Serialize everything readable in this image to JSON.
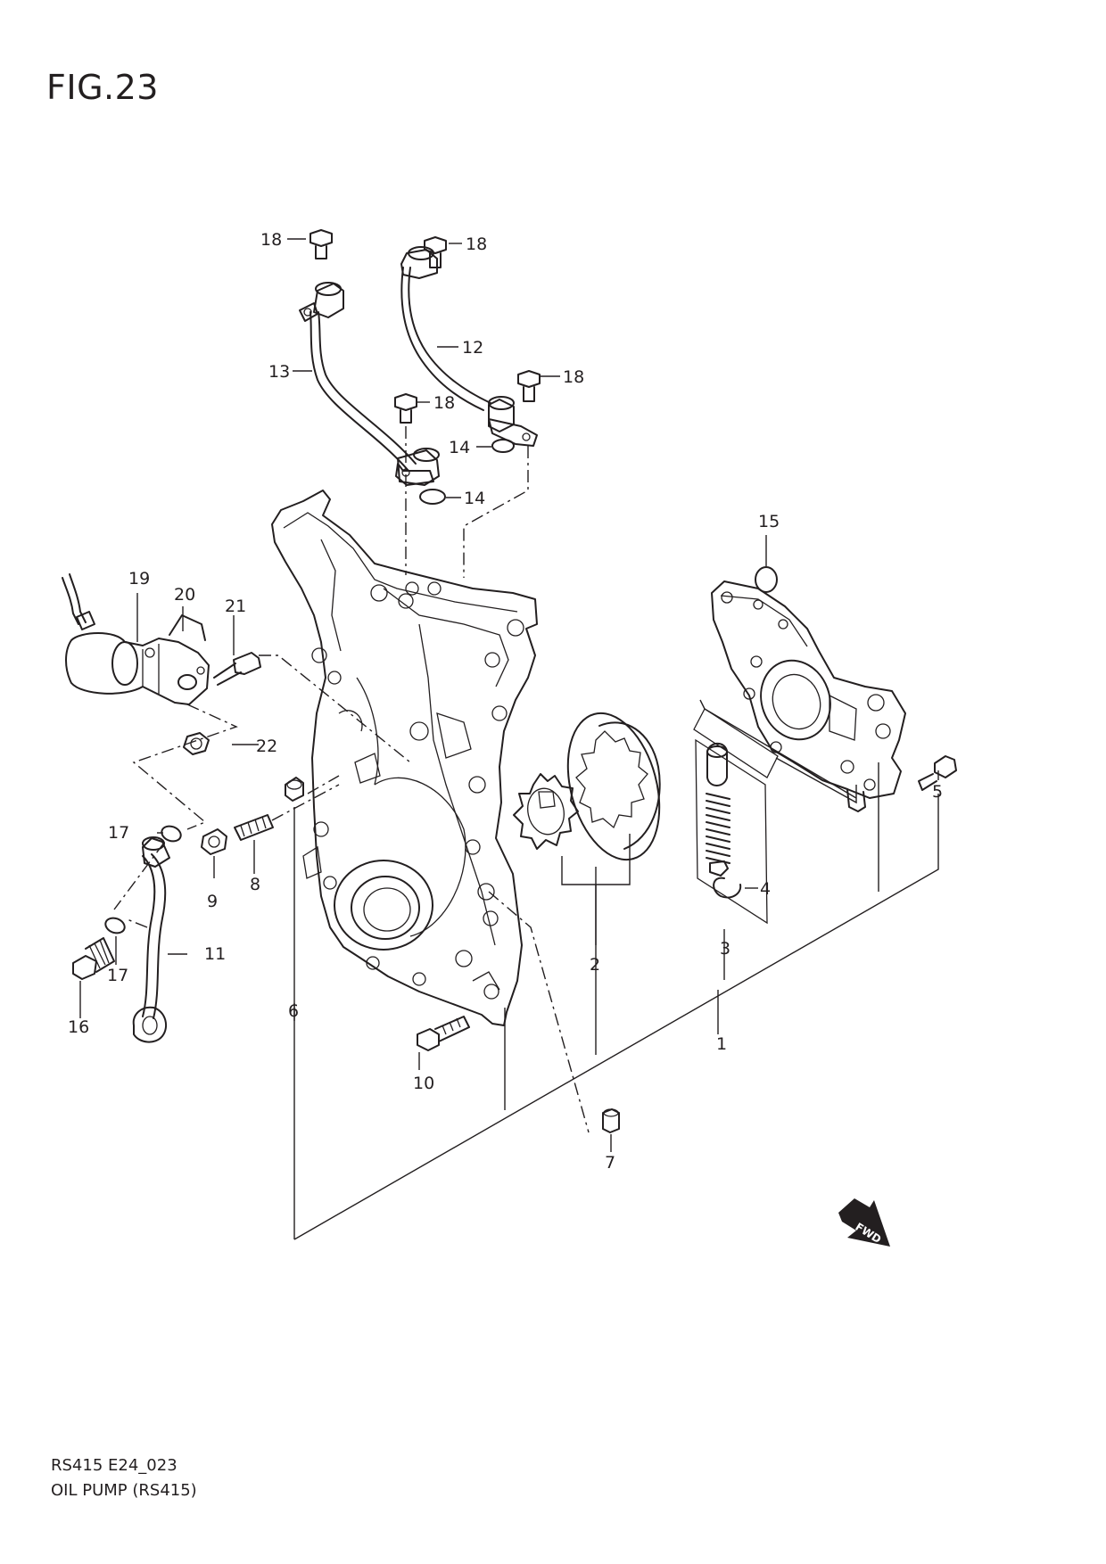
{
  "figure": {
    "title": "FIG.23",
    "model_code": "RS415 E24_023",
    "name": "OIL PUMP (RS415)"
  },
  "direction_arrow": "FWD",
  "callouts": [
    {
      "id": "c1",
      "label": "1"
    },
    {
      "id": "c2",
      "label": "2"
    },
    {
      "id": "c3",
      "label": "3"
    },
    {
      "id": "c4",
      "label": "4"
    },
    {
      "id": "c5",
      "label": "5"
    },
    {
      "id": "c6",
      "label": "6"
    },
    {
      "id": "c7",
      "label": "7"
    },
    {
      "id": "c8",
      "label": "8"
    },
    {
      "id": "c9",
      "label": "9"
    },
    {
      "id": "c10",
      "label": "10"
    },
    {
      "id": "c11",
      "label": "11"
    },
    {
      "id": "c12",
      "label": "12"
    },
    {
      "id": "c13",
      "label": "13"
    },
    {
      "id": "c14a",
      "label": "14"
    },
    {
      "id": "c14b",
      "label": "14"
    },
    {
      "id": "c15",
      "label": "15"
    },
    {
      "id": "c16",
      "label": "16"
    },
    {
      "id": "c17a",
      "label": "17"
    },
    {
      "id": "c17b",
      "label": "17"
    },
    {
      "id": "c18a",
      "label": "18"
    },
    {
      "id": "c18b",
      "label": "18"
    },
    {
      "id": "c18c",
      "label": "18"
    },
    {
      "id": "c18d",
      "label": "18"
    },
    {
      "id": "c19",
      "label": "19"
    },
    {
      "id": "c20",
      "label": "20"
    },
    {
      "id": "c21",
      "label": "21"
    },
    {
      "id": "c22",
      "label": "22"
    }
  ]
}
